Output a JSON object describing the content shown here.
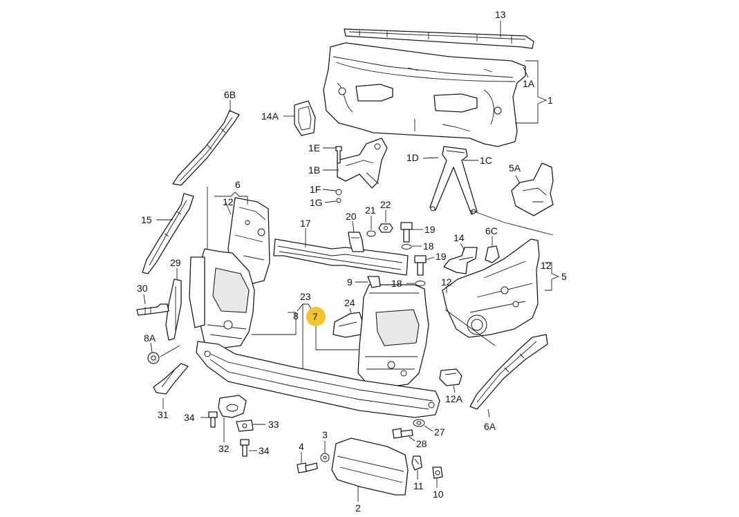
{
  "highlight_color": "#f2c530",
  "line_color": "#1a1a1a",
  "callouts": {
    "c13": "13",
    "c1A": "1A",
    "c1": "1",
    "c14A": "14A",
    "c6B": "6B",
    "c1E": "1E",
    "c1B": "1B",
    "c1F": "1F",
    "c1G": "1G",
    "c1D": "1D",
    "c1C": "1C",
    "c5A": "5A",
    "c6": "6",
    "c12a": "12",
    "c15": "15",
    "c17": "17",
    "c20": "20",
    "c21": "21",
    "c22": "22",
    "c19a": "19",
    "c18a": "18",
    "c19b": "19",
    "c14": "14",
    "c6C": "6C",
    "c12b": "12",
    "c5": "5",
    "c29": "29",
    "c30": "30",
    "c9": "9",
    "c18b": "18",
    "c12c": "12",
    "c23": "23",
    "c7": "7",
    "c8": "8",
    "c24": "24",
    "c8A": "8A",
    "c12A": "12A",
    "c31": "31",
    "c34a": "34",
    "c33": "33",
    "c32": "32",
    "c34b": "34",
    "c4": "4",
    "c3": "3",
    "c2": "2",
    "c28": "28",
    "c27": "27",
    "c11": "11",
    "c10": "10",
    "c6A": "6A"
  }
}
